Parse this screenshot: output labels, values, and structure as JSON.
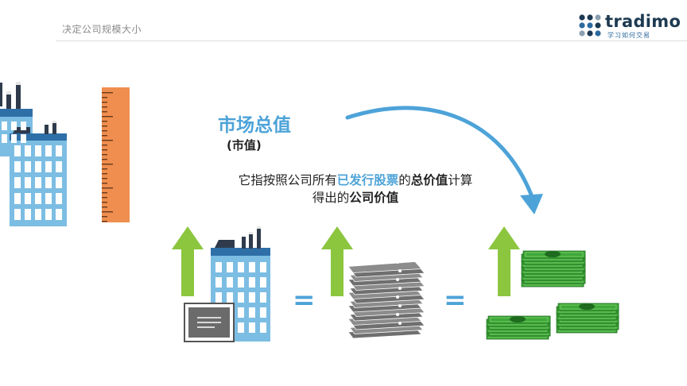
{
  "header": {
    "section_title": "决定公司规模大小",
    "logo_name": "tradimo",
    "logo_tagline": "学习如何交易"
  },
  "content": {
    "heading": "市场总值",
    "subheading": "(市值)",
    "desc_1": "它指按照公司所有",
    "desc_2": "已发行股票",
    "desc_3": "的",
    "desc_4": "总价值",
    "desc_5": "计算",
    "desc_6": "得出的",
    "desc_7": "公司价值"
  },
  "equation": {
    "equals_1": "=",
    "equals_2": "="
  },
  "colors": {
    "accent_blue": "#4da3d8",
    "arrow_green": "#8cc63f",
    "money_green": "#3ea83a",
    "ruler_orange": "#ef8e4f"
  },
  "icons": [
    "factory-icon",
    "ruler-icon",
    "curved-arrow-icon",
    "up-arrow-icon",
    "certificate-icon",
    "stock-papers-icon",
    "money-stack-icon"
  ]
}
